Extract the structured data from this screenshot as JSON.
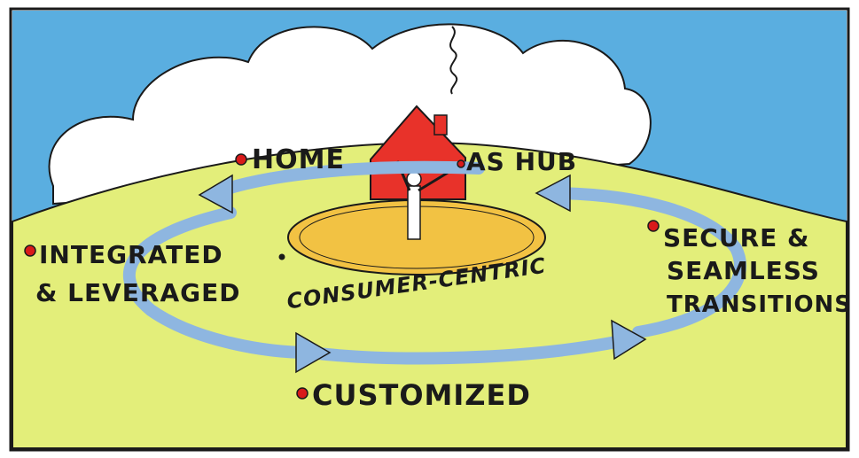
{
  "labels": {
    "home": "HOME",
    "as_hub": "AS HUB",
    "integrated_line1": "INTEGRATED",
    "integrated_line2": "& LEVERAGED",
    "secure_line1": "SECURE &",
    "secure_line2": "SEAMLESS",
    "secure_line3": "TRANSITIONS",
    "consumer_centric": "CONSUMER-CENTRIC",
    "customized": "CUSTOMIZED"
  },
  "colors": {
    "sky": "#5aaee0",
    "cloud": "#ffffff",
    "ground": "#e3ee7a",
    "arrow": "#8eb6e0",
    "house": "#e8322a",
    "platform": "#f2c243",
    "dot": "#d91a1a",
    "ink": "#1a1a1a"
  },
  "icons": {
    "house": "house-icon",
    "person": "person-icon",
    "smoke": "smoke-icon"
  }
}
